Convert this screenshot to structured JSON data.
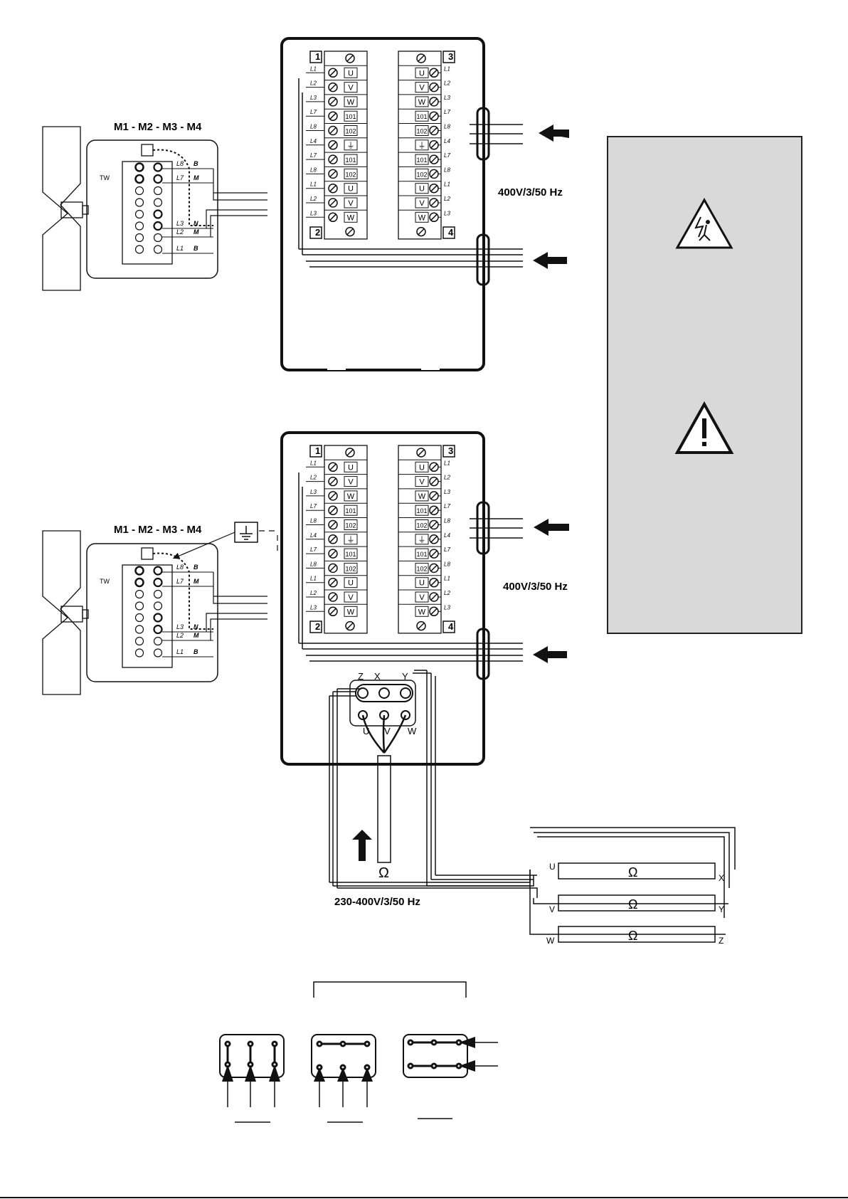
{
  "panel1": {
    "motor_title": "M1 - M2 - M3 - M4",
    "supply_label": "400V/3/50 Hz"
  },
  "panel2": {
    "motor_title": "M1 - M2 - M3 - M4",
    "supply_label": "400V/3/50 Hz"
  },
  "heater": {
    "supply_label": "230-400V/3/50 Hz",
    "omega": "Ω",
    "top_terminals": [
      "Z",
      "X",
      "Y"
    ],
    "bottom_terminals": [
      "U",
      "V",
      "W"
    ],
    "elements": [
      {
        "left": "U",
        "right": "X"
      },
      {
        "left": "V",
        "right": "Y"
      },
      {
        "left": "W",
        "right": "Z"
      }
    ]
  },
  "block_labels": {
    "b1": "1",
    "b2": "2",
    "b3": "3",
    "b4": "4"
  },
  "terminals": {
    "left_rows": [
      "U",
      "V",
      "W",
      "101",
      "102",
      "⏚",
      "101",
      "102",
      "U",
      "V",
      "W"
    ],
    "left_wires": [
      "L1",
      "L2",
      "L3",
      "L7",
      "L8",
      "L4",
      "L7",
      "L8",
      "L1",
      "L2",
      "L3"
    ],
    "right_rows": [
      "U",
      "V",
      "W",
      "101",
      "102",
      "⏚",
      "101",
      "102",
      "U",
      "V",
      "W"
    ],
    "right_wires": [
      "L1",
      "L2",
      "L3",
      "L7",
      "L8",
      "L4",
      "L7",
      "L8",
      "L1",
      "L2",
      "L3"
    ]
  },
  "motor_box": {
    "tw": "TW",
    "wires": [
      "L8",
      "L7",
      "L3",
      "L2",
      "L1"
    ],
    "wire_tags": [
      "B",
      "M",
      "N",
      "M",
      "B"
    ]
  },
  "warnings": {
    "electric_icon": "electric-shock-warning",
    "general_icon": "general-warning"
  }
}
